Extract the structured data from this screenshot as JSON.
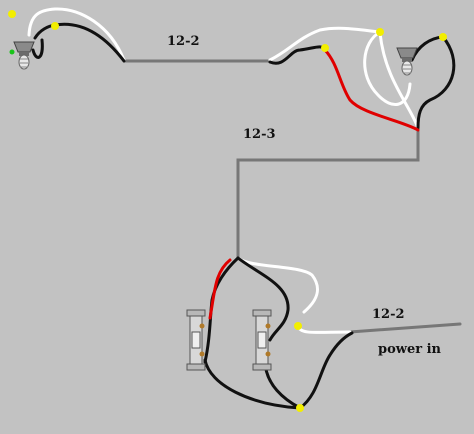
{
  "diagram": {
    "cable_top": "12-2",
    "cable_middle": "12-3",
    "cable_bottom": "12-2",
    "power_label": "power in"
  },
  "colors": {
    "background": "#c2c2c2",
    "cable": "#777777",
    "hot": "#e00000",
    "neutral": "#ffffff",
    "ground": "#111111",
    "nut": "#f2ee00"
  },
  "icons": [
    "light-bulb-icon",
    "light-switch-icon",
    "wire-nut-icon"
  ]
}
